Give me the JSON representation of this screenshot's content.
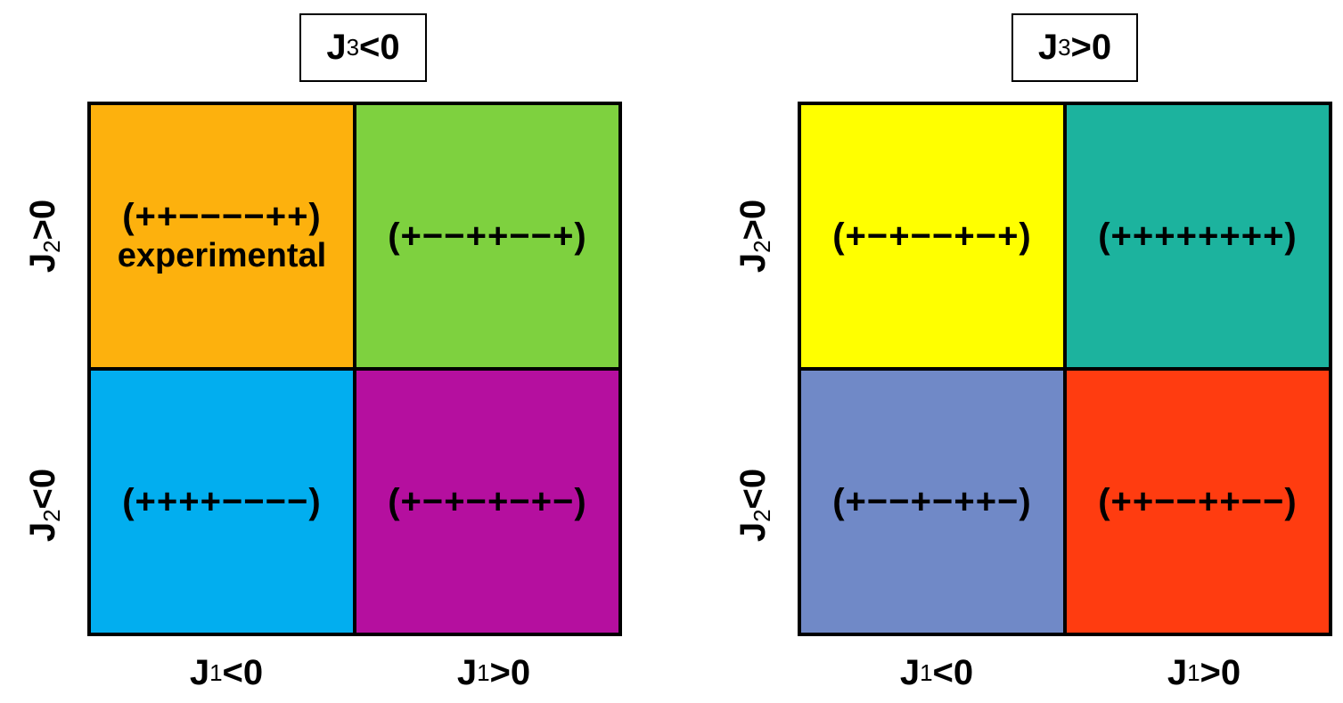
{
  "panels": [
    {
      "title": {
        "var": "J",
        "sub": "3",
        "rel": "<0"
      },
      "y_labels": [
        {
          "var": "J",
          "sub": "2",
          "rel": ">0"
        },
        {
          "var": "J",
          "sub": "2",
          "rel": "<0"
        }
      ],
      "x_labels": [
        {
          "var": "J",
          "sub": "1",
          "rel": "<0"
        },
        {
          "var": "J",
          "sub": "1",
          "rel": ">0"
        }
      ],
      "cells": [
        {
          "signs": "(++−−−−++)",
          "note": "experimental",
          "color": "#FDB10D"
        },
        {
          "signs": "(+−−++−−+)",
          "note": "",
          "color": "#7ED13F"
        },
        {
          "signs": "(++++−−−−)",
          "note": "",
          "color": "#02AEEF"
        },
        {
          "signs": "(+−+−+−+−)",
          "note": "",
          "color": "#B50F9F"
        }
      ]
    },
    {
      "title": {
        "var": "J",
        "sub": "3",
        "rel": ">0"
      },
      "y_labels": [
        {
          "var": "J",
          "sub": "2",
          "rel": ">0"
        },
        {
          "var": "J",
          "sub": "2",
          "rel": "<0"
        }
      ],
      "x_labels": [
        {
          "var": "J",
          "sub": "1",
          "rel": "<0"
        },
        {
          "var": "J",
          "sub": "1",
          "rel": ">0"
        }
      ],
      "cells": [
        {
          "signs": "(+−+−−+−+)",
          "note": "",
          "color": "#FFFF00"
        },
        {
          "signs": "(++++++++)",
          "note": "",
          "color": "#1CB39E"
        },
        {
          "signs": "(+−−+−++−)",
          "note": "",
          "color": "#7089C7"
        },
        {
          "signs": "(++−−++−−)",
          "note": "",
          "color": "#FF3C10"
        }
      ]
    }
  ]
}
